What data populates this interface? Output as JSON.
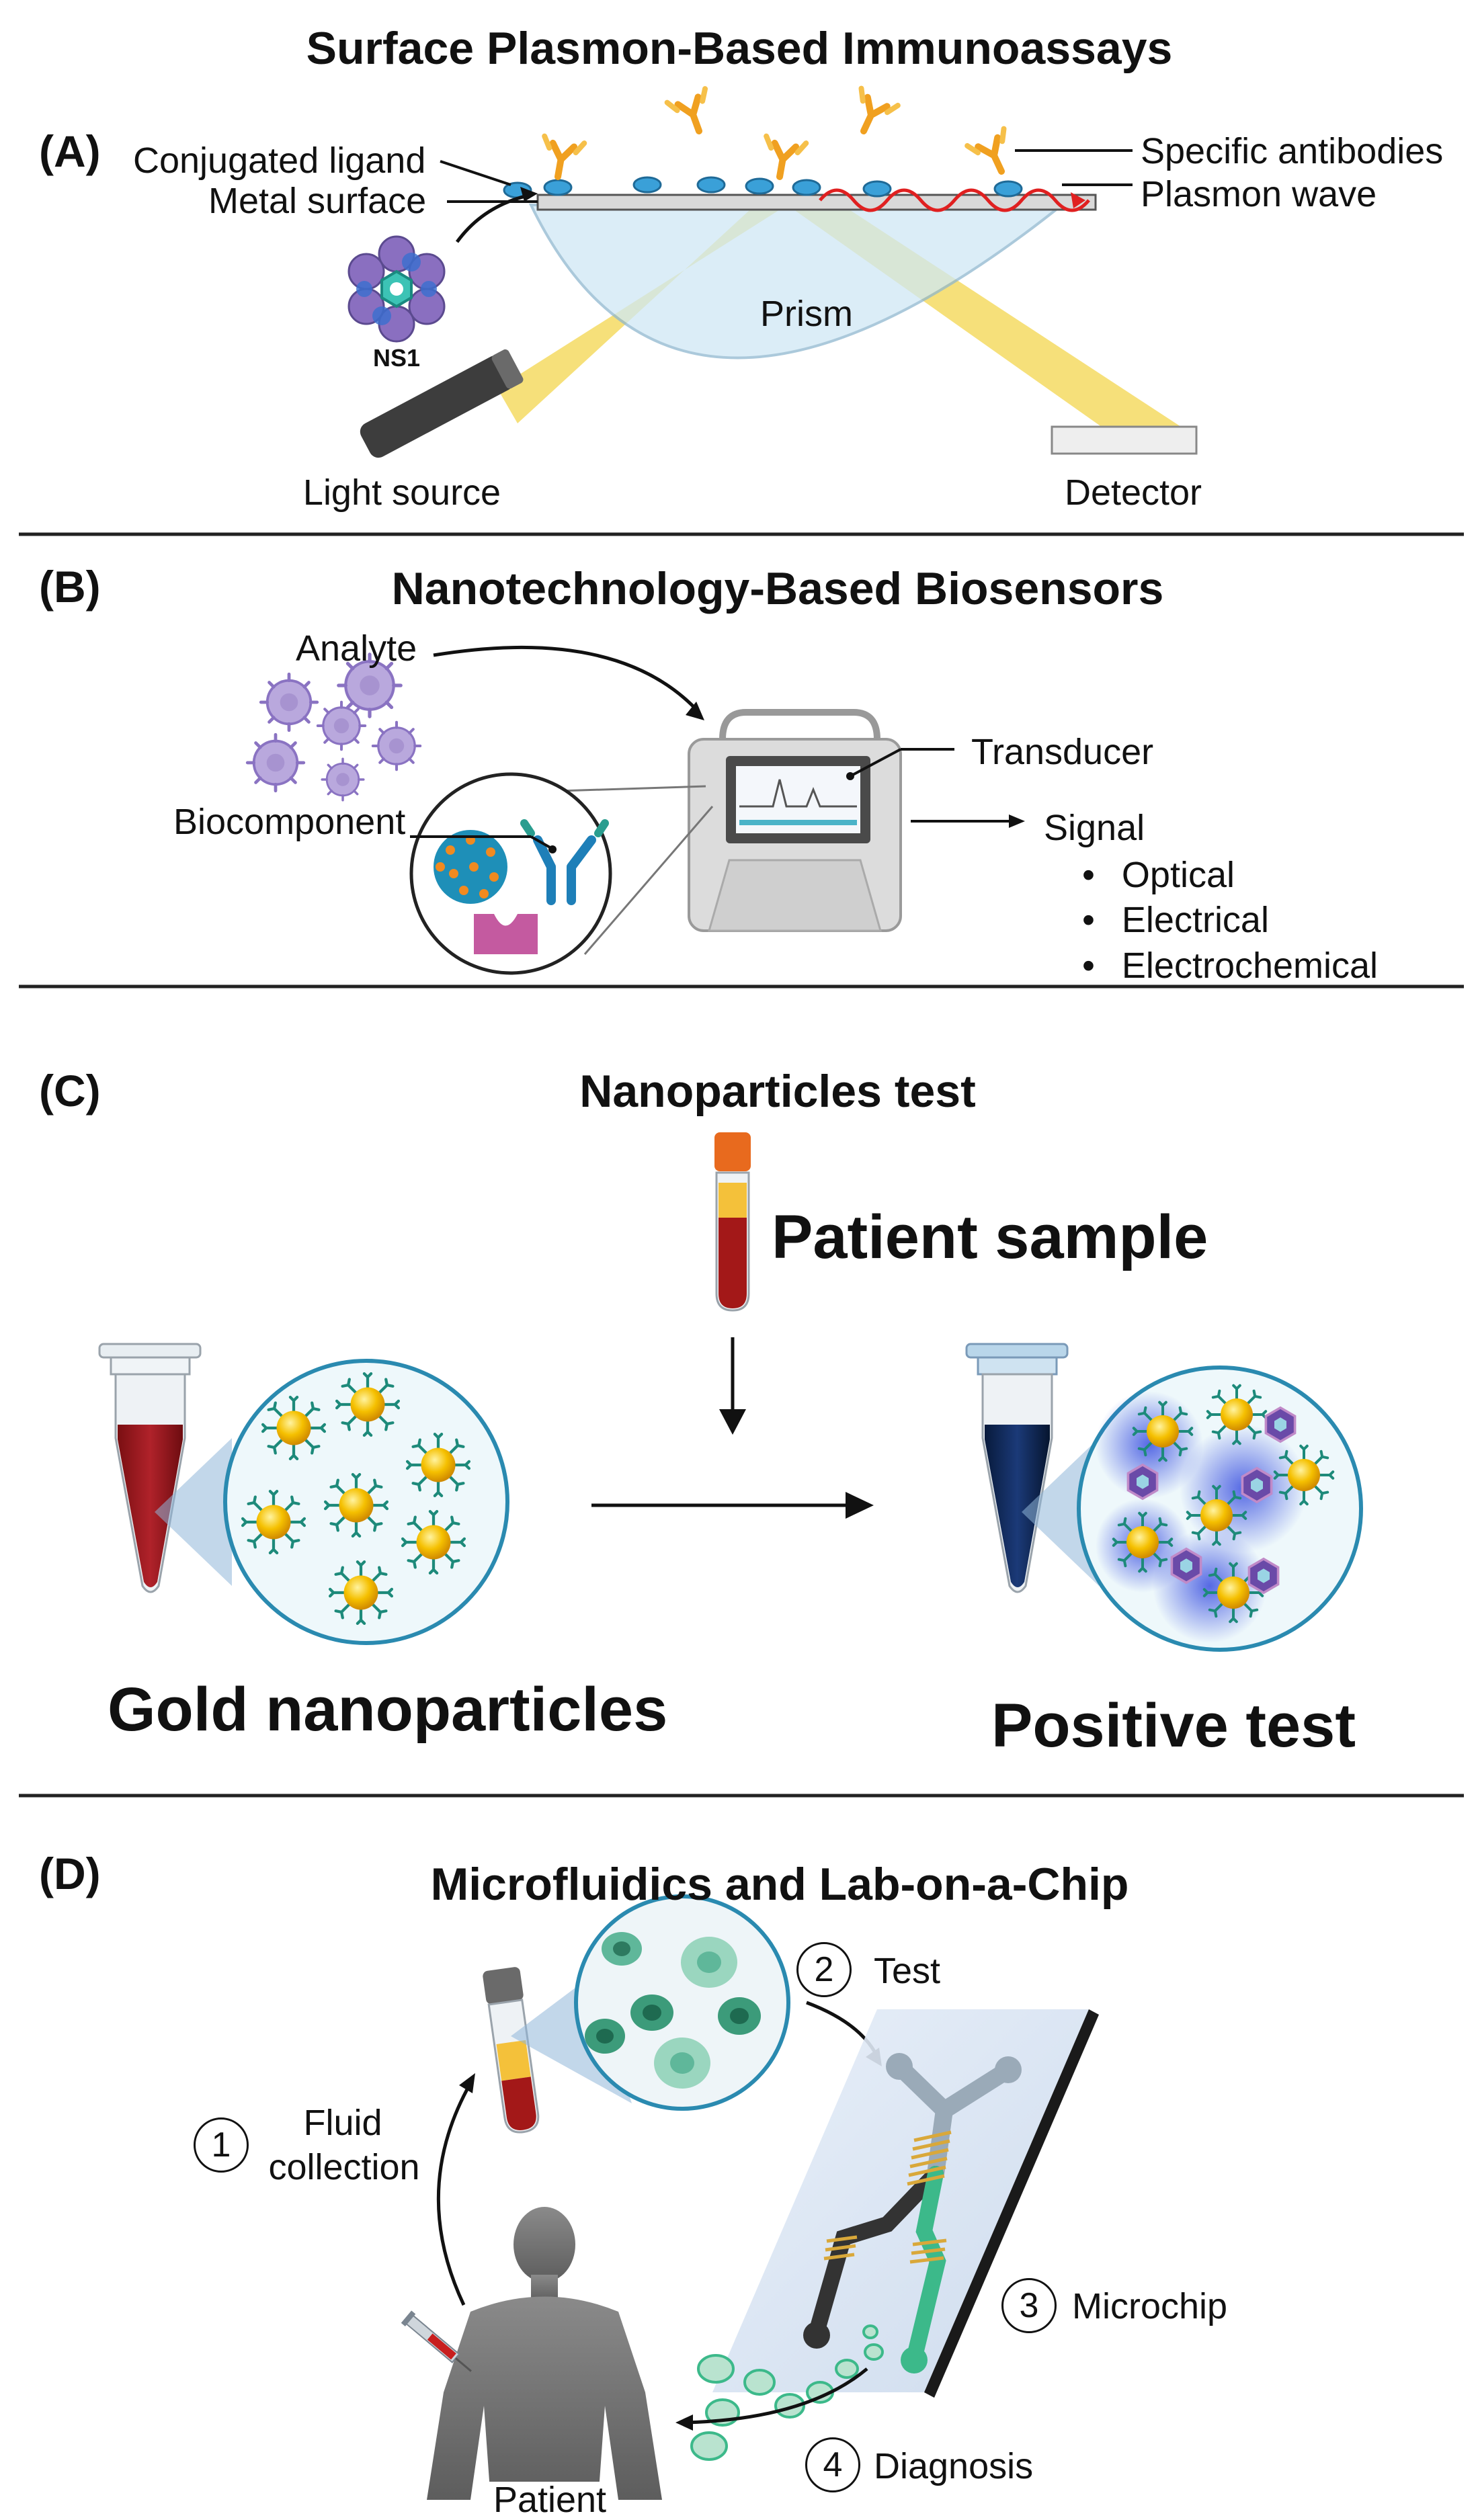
{
  "panel_a": {
    "letter": "(A)",
    "title": "Surface Plasmon-Based Immunoassays",
    "labels": {
      "conjugated_ligand": "Conjugated ligand",
      "metal_surface": "Metal surface",
      "specific_antibodies": "Specific antibodies",
      "plasmon_wave": "Plasmon wave",
      "prism": "Prism",
      "ns1": "NS1",
      "light_source": "Light source",
      "detector": "Detector"
    }
  },
  "panel_b": {
    "letter": "(B)",
    "title": "Nanotechnology-Based Biosensors",
    "labels": {
      "analyte": "Analyte",
      "biocomponent": "Biocomponent",
      "transducer": "Transducer",
      "signal": "Signal"
    },
    "signal_types": [
      "Optical",
      "Electrical",
      "Electrochemical"
    ]
  },
  "panel_c": {
    "letter": "(C)",
    "title": "Nanoparticles test",
    "labels": {
      "patient_sample": "Patient sample",
      "gold_nanoparticles": "Gold nanoparticles",
      "positive_test": "Positive test"
    }
  },
  "panel_d": {
    "letter": "(D)",
    "title": "Microfluidics and Lab-on-a-Chip",
    "steps": [
      {
        "num": "1",
        "label_line1": "Fluid",
        "label_line2": "collection"
      },
      {
        "num": "2",
        "label": "Test"
      },
      {
        "num": "3",
        "label": "Microchip"
      },
      {
        "num": "4",
        "label": "Diagnosis"
      }
    ],
    "patient": "Patient"
  },
  "colors": {
    "antibody": "#f0a020",
    "ligand": "#3aa0d8",
    "prism": "#cfe8f5",
    "light_beam": "#f3d54e",
    "plasmon": "#e02020",
    "gold": "#f5c000",
    "blood": "#a31818",
    "positive": "#0e2a5a",
    "chip_green": "#3cb98a",
    "virus_purple": "#9b86c8"
  }
}
